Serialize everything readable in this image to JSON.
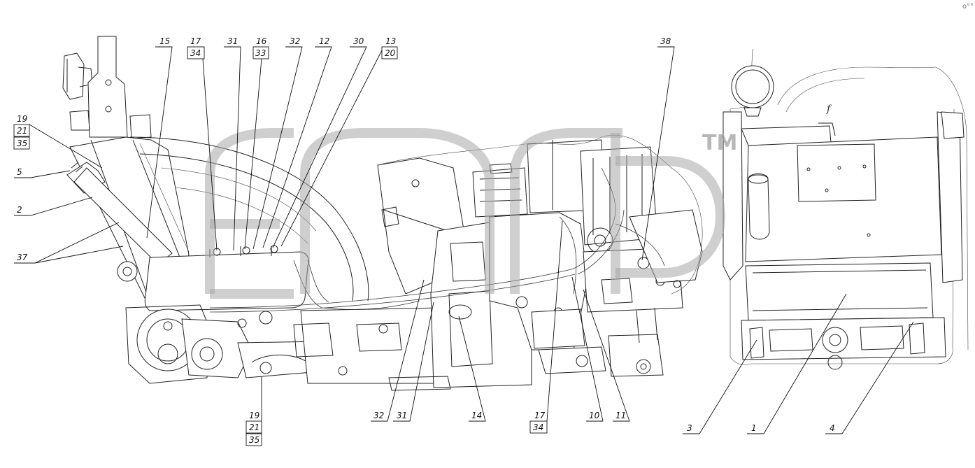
{
  "corner_mark": "o°°",
  "watermark_tm": "TM",
  "callouts": {
    "c15": "15",
    "c17a": "17",
    "c34a": "34",
    "c31a": "31",
    "c16": "16",
    "c33": "33",
    "c32a": "32",
    "c12": "12",
    "c30": "30",
    "c13": "13",
    "c20": "20",
    "c38": "38",
    "c19a": "19",
    "c21a": "21",
    "c35a": "35",
    "c5": "5",
    "c2": "2",
    "c37": "37",
    "c19b": "19",
    "c21b": "21",
    "c35b": "35",
    "c32b": "32",
    "c31b": "31",
    "c14": "14",
    "c17b": "17",
    "c34b": "34",
    "c10": "10",
    "c11": "11",
    "c3": "3",
    "c1": "1",
    "c4": "4"
  }
}
